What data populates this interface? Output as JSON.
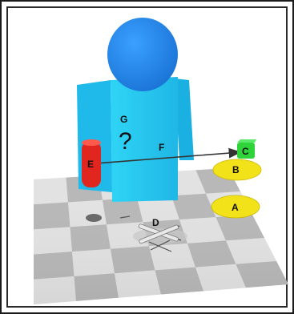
{
  "labels": {
    "a": "A",
    "b": "B",
    "c": "C",
    "d": "D",
    "e": "E",
    "f": "F",
    "g": "G",
    "question": "?"
  },
  "colors": {
    "head": "#1e88e5",
    "body": "#29c9ee",
    "oval": "#f2e21a",
    "cube": "#2fd33a",
    "cylinder": "#e0261e",
    "board_light": "#e2e2e2",
    "board_dark": "#b8b8b8",
    "arrow": "#333333"
  }
}
